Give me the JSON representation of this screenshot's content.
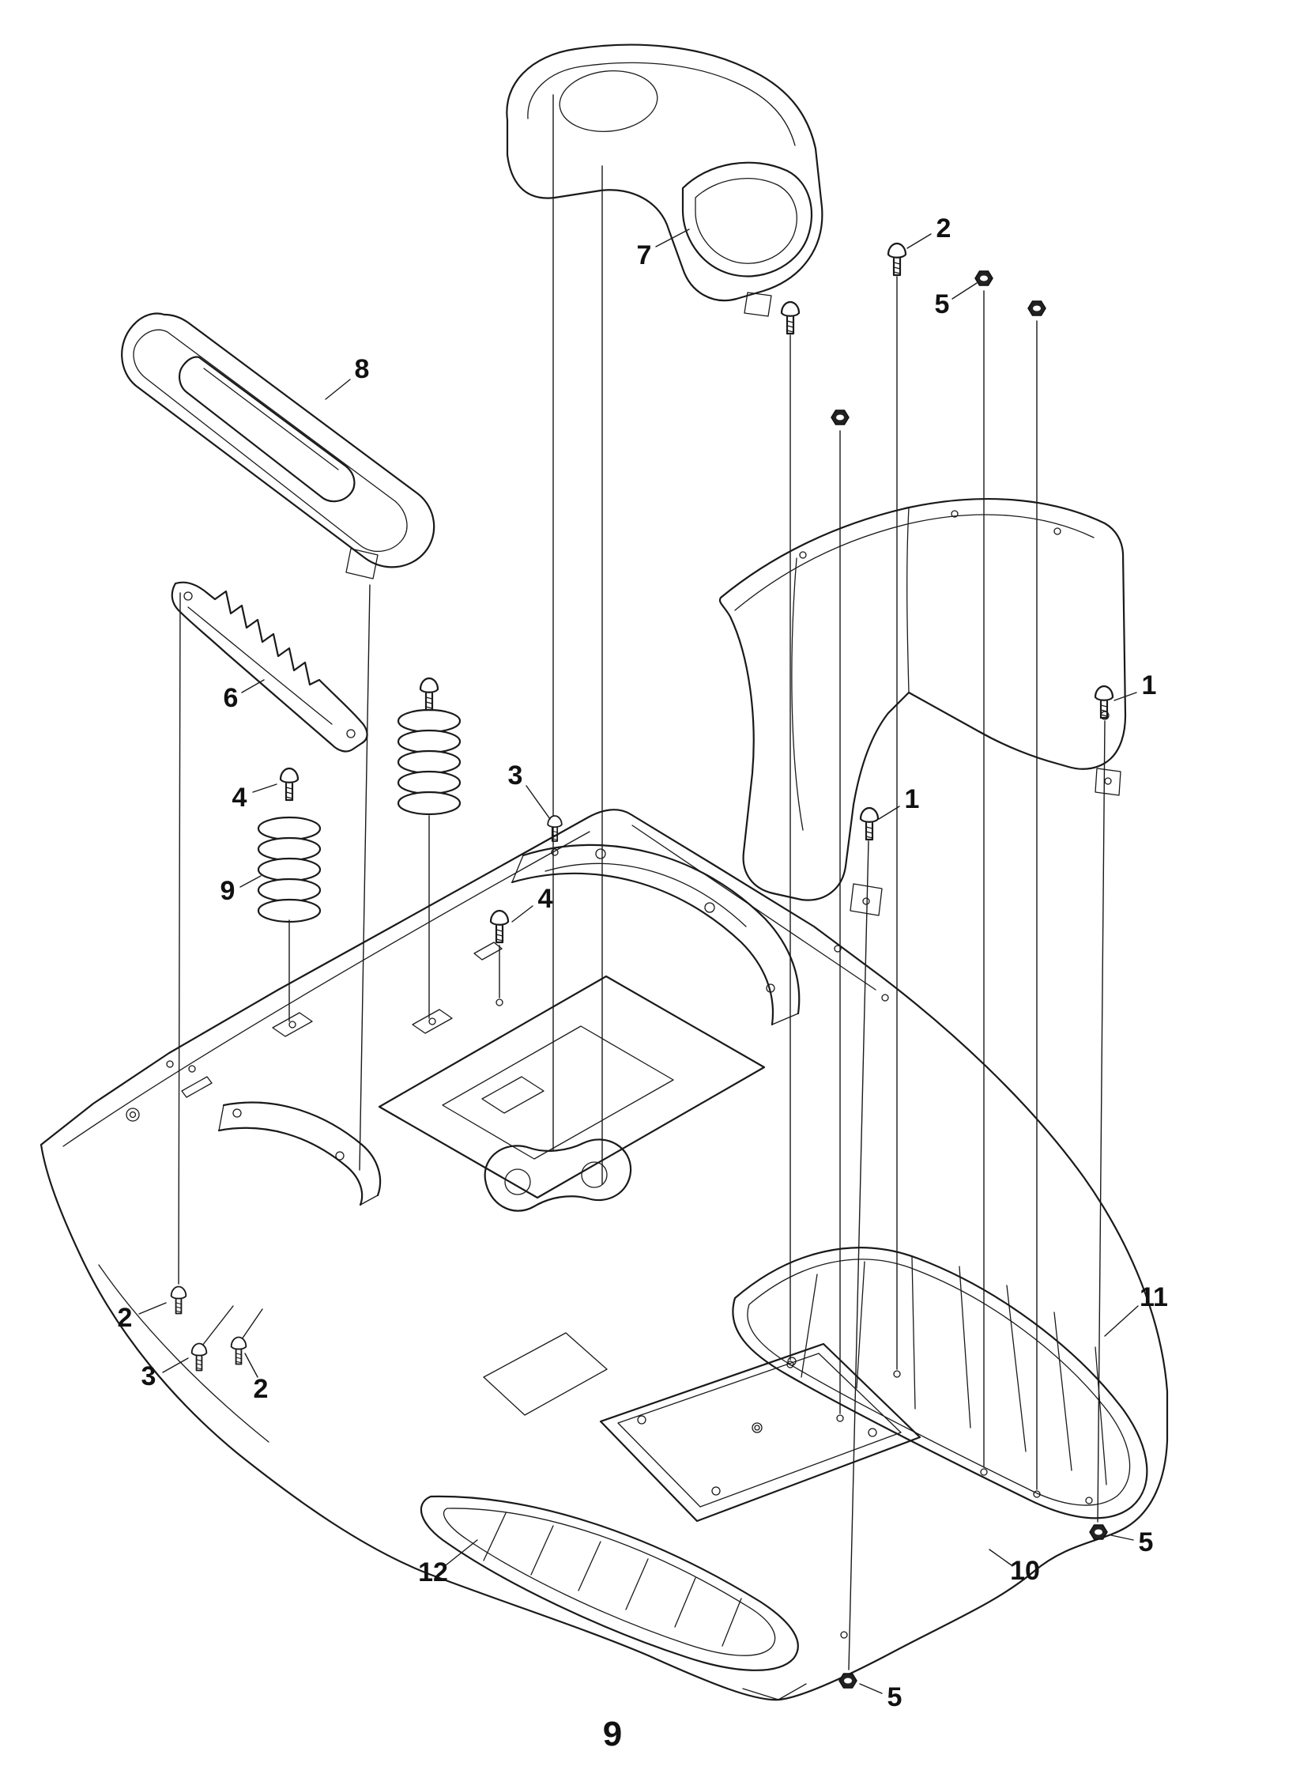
{
  "page": {
    "number": "9"
  },
  "colors": {
    "line": "#1a1a1a",
    "background": "#ffffff",
    "nut_fill": "#222222"
  },
  "diagram": {
    "type": "exploded-parts-view",
    "callouts": [
      {
        "label": "7"
      },
      {
        "label": "2"
      },
      {
        "label": "5"
      },
      {
        "label": "8"
      },
      {
        "label": "6"
      },
      {
        "label": "1"
      },
      {
        "label": "3"
      },
      {
        "label": "4"
      },
      {
        "label": "1"
      },
      {
        "label": "9"
      },
      {
        "label": "4"
      },
      {
        "label": "2"
      },
      {
        "label": "3"
      },
      {
        "label": "2"
      },
      {
        "label": "11"
      },
      {
        "label": "5"
      },
      {
        "label": "10"
      },
      {
        "label": "12"
      },
      {
        "label": "5"
      }
    ]
  }
}
